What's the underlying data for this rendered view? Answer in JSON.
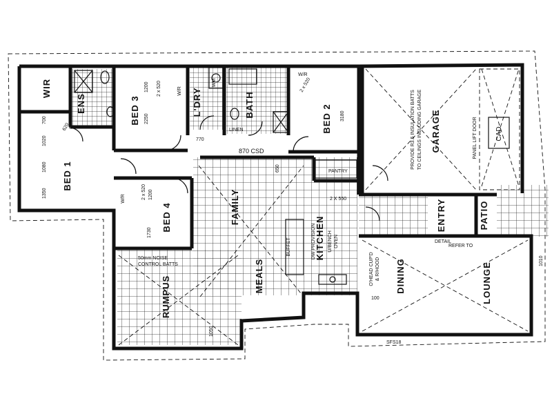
{
  "rooms": {
    "wir": "WIR",
    "ens": "ENS",
    "bed1": "BED 1",
    "bed3": "BED 3",
    "ldry": "L'DRY",
    "bath": "BATH",
    "bed2": "BED 2",
    "garage": "GARAGE",
    "bed4": "BED 4",
    "family": "FAMILY",
    "kitchen": "KITCHEN",
    "meals": "MEALS",
    "rumpus": "RUMPUS",
    "dining": "DINING",
    "lounge": "LOUNGE",
    "entry": "ENTRY",
    "patio": "PATIO"
  },
  "labels": {
    "wr_bed3": "W/R",
    "wr_bed2": "W/R",
    "wr_bed4": "W/R",
    "linen": "LINEN",
    "pantry": "PANTRY",
    "wm": "WM",
    "cad": "CAD",
    "buffet": "BUFFET",
    "panel_lift_door": "PANEL LIFT DOOR",
    "garage_note_1": "PROVIDE R3.5 INSULATION BATTS",
    "garage_note_2": "TO CEILINGS INCLUDING GARAGE",
    "noise_1": "50mm NOISE",
    "noise_2": "CONTROL BATTS",
    "kitchen_note_1": "DW PROVISION",
    "kitchen_note_2": "U/BENCH",
    "kitchen_note_3": "OVEN",
    "overhead_1": "O'HEAD CUP'D",
    "overhead_2": "& R/HOOD",
    "refer_1": "REFER TO",
    "refer_2": "DETAIL",
    "dims": {
      "d_620": "620",
      "d_700": "700",
      "d_1020": "1020",
      "d_1080": "1080",
      "d_1350": "1350",
      "d_1200a": "1200",
      "d_1200b": "1200",
      "d_2x520a": "2 x 520",
      "d_2x520b": "2 x 520",
      "d_2x520c": "2 x 520",
      "d_2250": "2250",
      "d_3180": "3180",
      "d_870csd": "870 CSD",
      "d_1730": "1730",
      "d_1050": "1050",
      "d_2x550": "2 X 550",
      "d_770": "770",
      "d_650": "650",
      "d_100": "100",
      "d_sfs18": "SFS18",
      "d_1010": "1010"
    }
  }
}
